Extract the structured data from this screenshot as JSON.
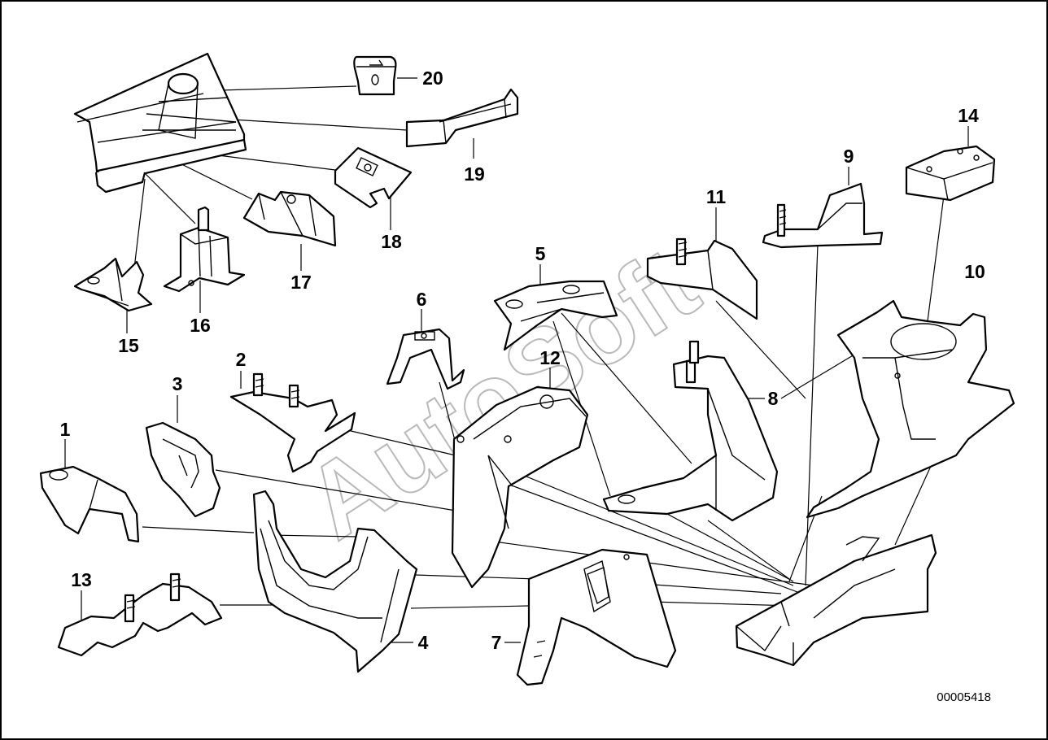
{
  "watermark": "AutoSoft",
  "image_code": "00005418",
  "callouts": {
    "c1": "1",
    "c2": "2",
    "c3": "3",
    "c4": "4",
    "c5": "5",
    "c6": "6",
    "c7": "7",
    "c8": "8",
    "c9": "9",
    "c10": "10",
    "c11": "11",
    "c12": "12",
    "c13": "13",
    "c14": "14",
    "c15": "15",
    "c16": "16",
    "c17": "17",
    "c18": "18",
    "c19": "19",
    "c20": "20"
  }
}
